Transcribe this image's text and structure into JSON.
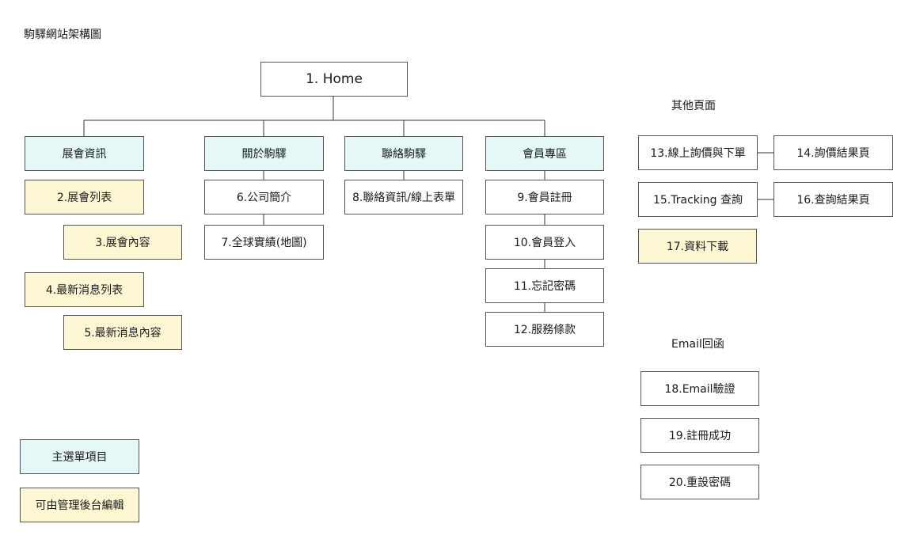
{
  "title": "駒驛網站架構圖",
  "home": "1. Home",
  "menus": [
    "展會資訊",
    "關於駒驛",
    "聯絡駒驛",
    "會員專區"
  ],
  "exhibition": [
    "2.展會列表",
    "3.展會內容",
    "4.最新消息列表",
    "5.最新消息內容"
  ],
  "about": [
    "6.公司簡介",
    "7.全球實績(地圖)"
  ],
  "contact": [
    "8.聯絡資訊/線上表單"
  ],
  "member": [
    "9.會員註冊",
    "10.會員登入",
    "11.忘記密碼",
    "12.服務條款"
  ],
  "other_heading": "其他頁面",
  "other": [
    "13.線上詢價與下單",
    "14.詢價結果頁",
    "15.Tracking 查詢",
    "16.查詢結果頁",
    "17.資料下載"
  ],
  "email_heading": "Email回函",
  "email": [
    "18.Email驗證",
    "19.註冊成功",
    "20.重設密碼"
  ],
  "legend": {
    "main_menu": "主選單項目",
    "editable": "可由管理後台編輯"
  },
  "colors": {
    "main_menu": "#e6f7f8",
    "editable": "#fdf7d4",
    "border": "#555555"
  }
}
